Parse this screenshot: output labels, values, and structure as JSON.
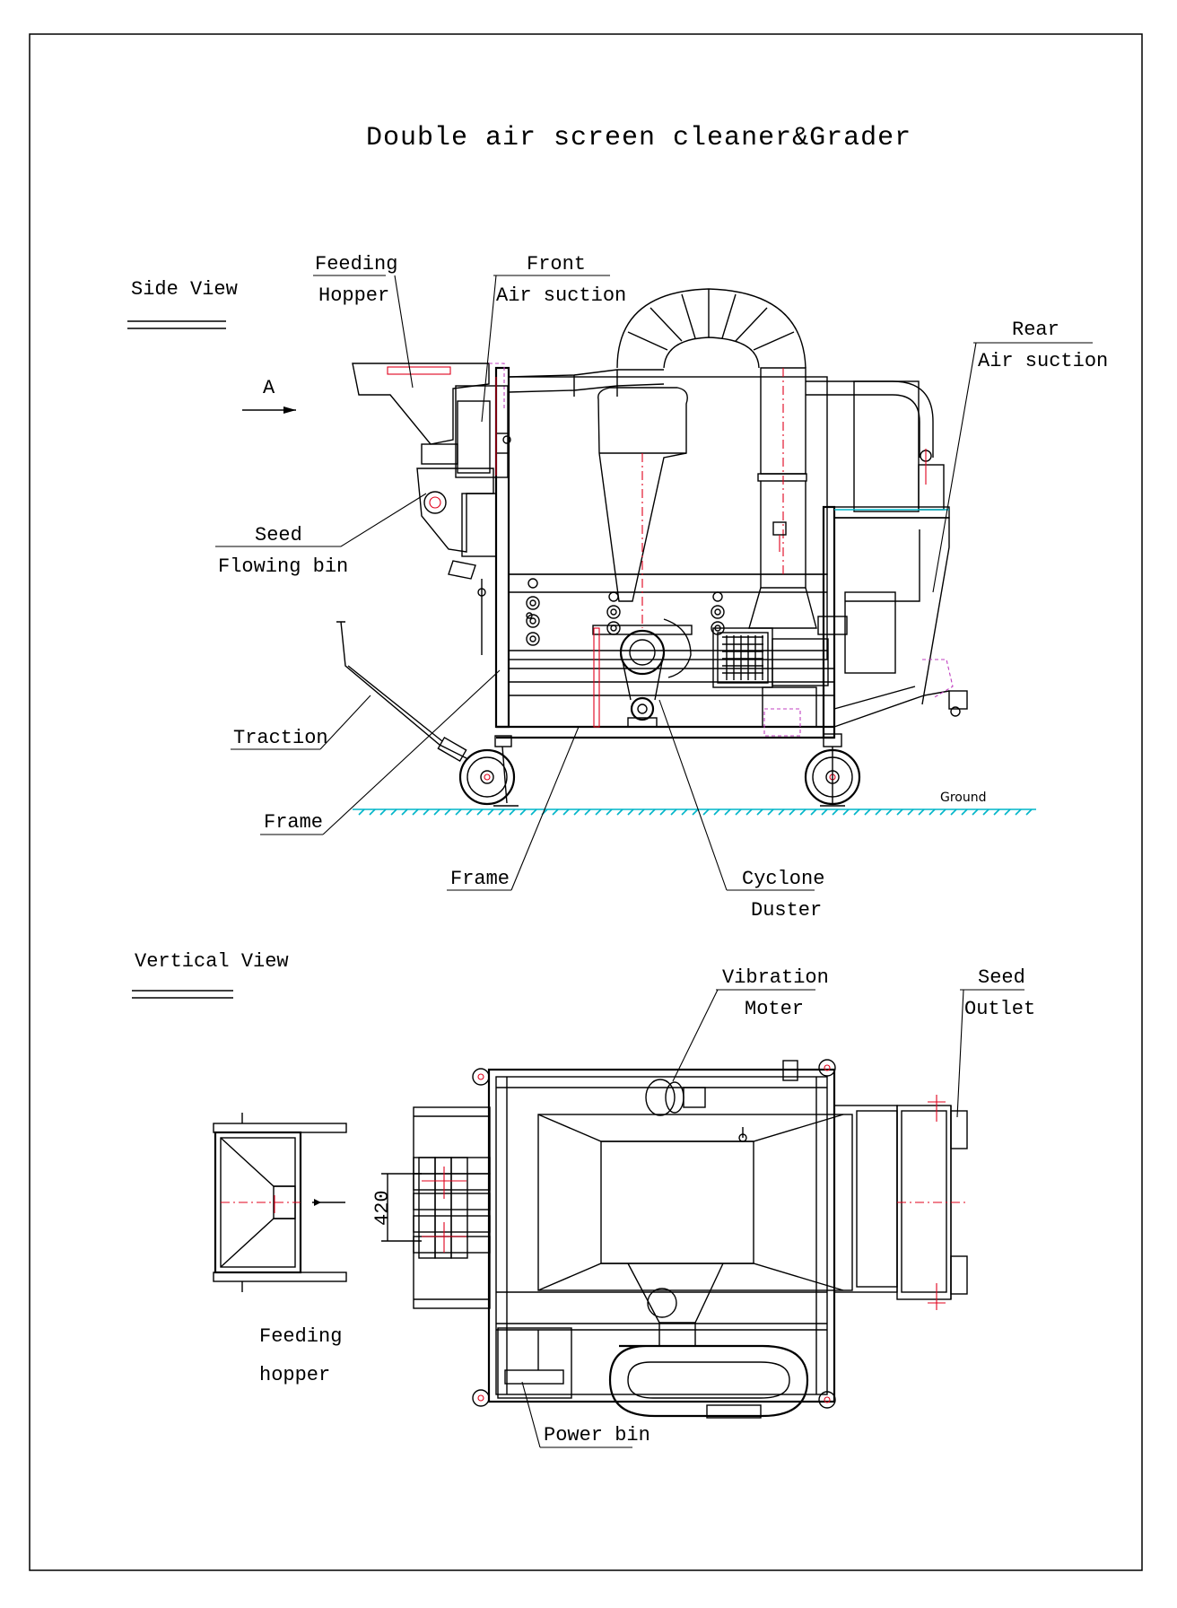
{
  "title": "Double air screen cleaner&Grader",
  "views": {
    "side": "Side View",
    "vertical": "Vertical View"
  },
  "side_labels": {
    "feeding_hopper": [
      "Feeding",
      "Hopper"
    ],
    "front_air_suction": [
      "Front",
      "Air suction"
    ],
    "rear_air_suction": [
      "Rear",
      "Air suction"
    ],
    "arrow_a": "A",
    "seed_flowing_bin": [
      "Seed",
      "Flowing bin"
    ],
    "traction": "Traction",
    "frame_left": "Frame",
    "frame_bottom": "Frame",
    "cyclone_duster": [
      "Cyclone",
      "Duster"
    ],
    "ground": "Ground"
  },
  "top_labels": {
    "vibration_moter": [
      "Vibration",
      "Moter"
    ],
    "seed_outlet": [
      "Seed",
      "Outlet"
    ],
    "feeding_hopper": [
      "Feeding",
      "hopper"
    ],
    "power_bin": "Power bin",
    "dimension_420": "420"
  }
}
